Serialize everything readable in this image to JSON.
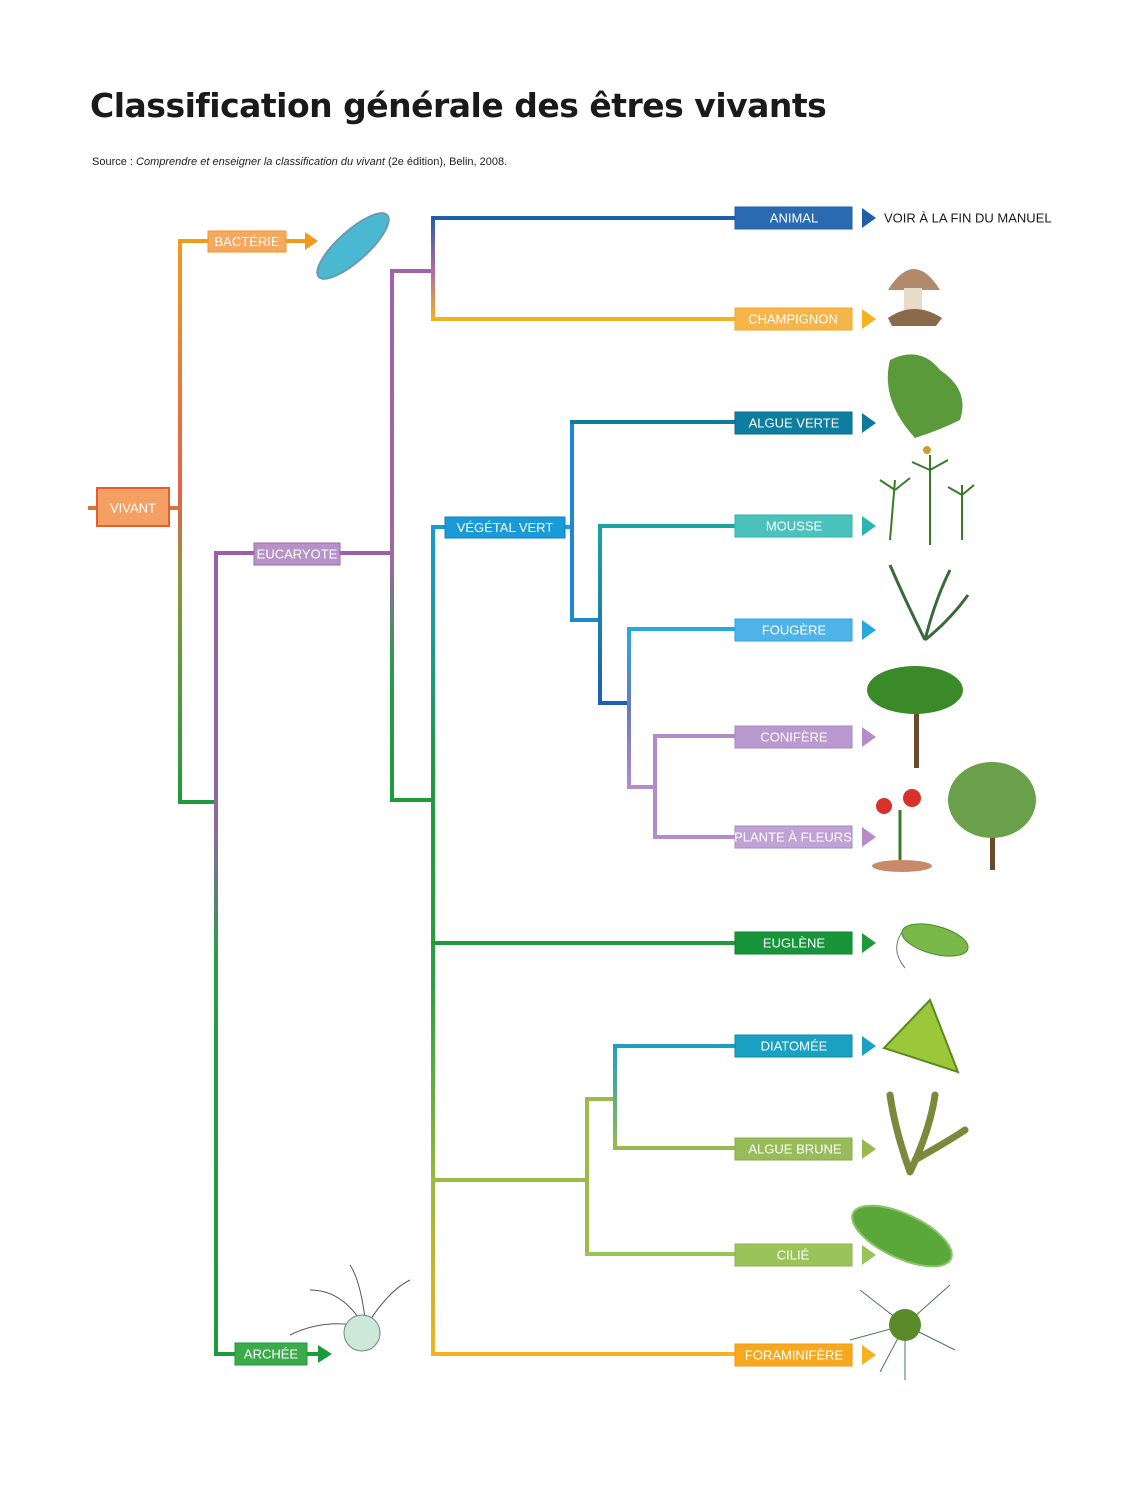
{
  "title": "Classification générale des êtres vivants",
  "source": {
    "prefix": "Source : ",
    "book": "Comprendre et enseigner la classification du vivant",
    "edition": " (2e édition), Belin, 2008."
  },
  "nodes": {
    "vivant": "VIVANT",
    "bacterie": "BACTÉRIE",
    "eucaryote": "EUCARYOTE",
    "archee": "ARCHÉE",
    "vegetal_vert": "VÉGÉTAL VERT"
  },
  "leaves": {
    "animal": "ANIMAL",
    "champignon": "CHAMPIGNON",
    "algue_verte": "ALGUE VERTE",
    "mousse": "MOUSSE",
    "fougere": "FOUGÈRE",
    "conifere": "CONIFÈRE",
    "plante_a_fleurs": "PLANTE À FLEURS",
    "euglene": "EUGLÈNE",
    "diatomee": "DIATOMÉE",
    "algue_brune": "ALGUE BRUNE",
    "cilie": "CILIÉ",
    "foraminifere": "FORAMINIFÈRE"
  },
  "animal_note": "VOIR À LA FIN DU MANUEL",
  "colors": {
    "orange": "#f28c1a",
    "purple": "#a064a8",
    "green": "#1e9a3c",
    "blue": "#1f5fa8",
    "yellow": "#f5b21f"
  }
}
